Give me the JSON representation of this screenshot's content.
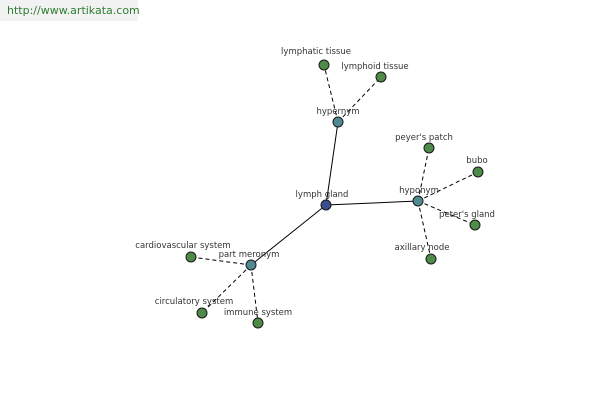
{
  "watermark": "http://www.artikata.com",
  "colors": {
    "center": "#3b4f8f",
    "relation": "#4f8a92",
    "term": "#4e8a48"
  },
  "nodes": {
    "center": "lymph gland",
    "hypernym": "hypernym",
    "hyponym": "hyponym",
    "part_meronym": "part meronym",
    "lymphatic_tissue": "lymphatic tissue",
    "lymphoid_tissue": "lymphoid tissue",
    "peyers_patch": "peyer's patch",
    "bubo": "bubo",
    "peters_gland": "peter's gland",
    "axillary_node": "axillary node",
    "cardiovascular_system": "cardiovascular system",
    "circulatory_system": "circulatory system",
    "immune_system": "immune system"
  }
}
